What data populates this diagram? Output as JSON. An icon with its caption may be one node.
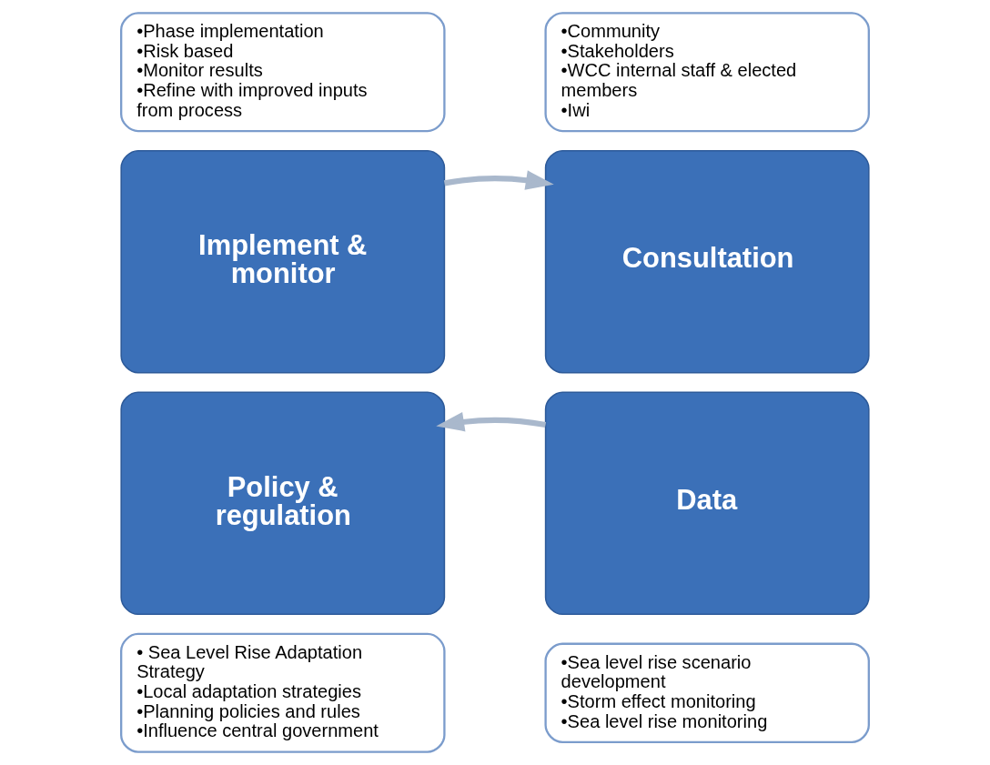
{
  "diagram": {
    "nodes": [
      {
        "text": [
          "•Phase implementation",
          "•Risk based",
          "•Monitor results",
          "•Refine with improved inputs from process"
        ]
      },
      {
        "text": [
          "•Community",
          "•Stakeholders",
          "•WCC internal staff & elected members",
          "•Iwi"
        ]
      },
      {
        "text": [
          "Implement & monitor"
        ]
      },
      {
        "text": [
          "Consultation"
        ]
      },
      {
        "text": [
          "Policy & regulation"
        ]
      },
      {
        "text": [
          "Data"
        ]
      },
      {
        "text": [
          "• Sea Level Rise Adaptation Strategy",
          "•Local adaptation strategies",
          "•Planning policies and rules",
          "•Influence central government"
        ]
      },
      {
        "text": [
          "•Sea level rise scenario development",
          "•Storm effect monitoring",
          "•Sea level rise monitoring"
        ]
      }
    ],
    "edges": [
      {
        "from": 2,
        "to": 3,
        "arrow": "to"
      },
      {
        "from": 5,
        "to": 4,
        "arrow": "to"
      }
    ]
  }
}
